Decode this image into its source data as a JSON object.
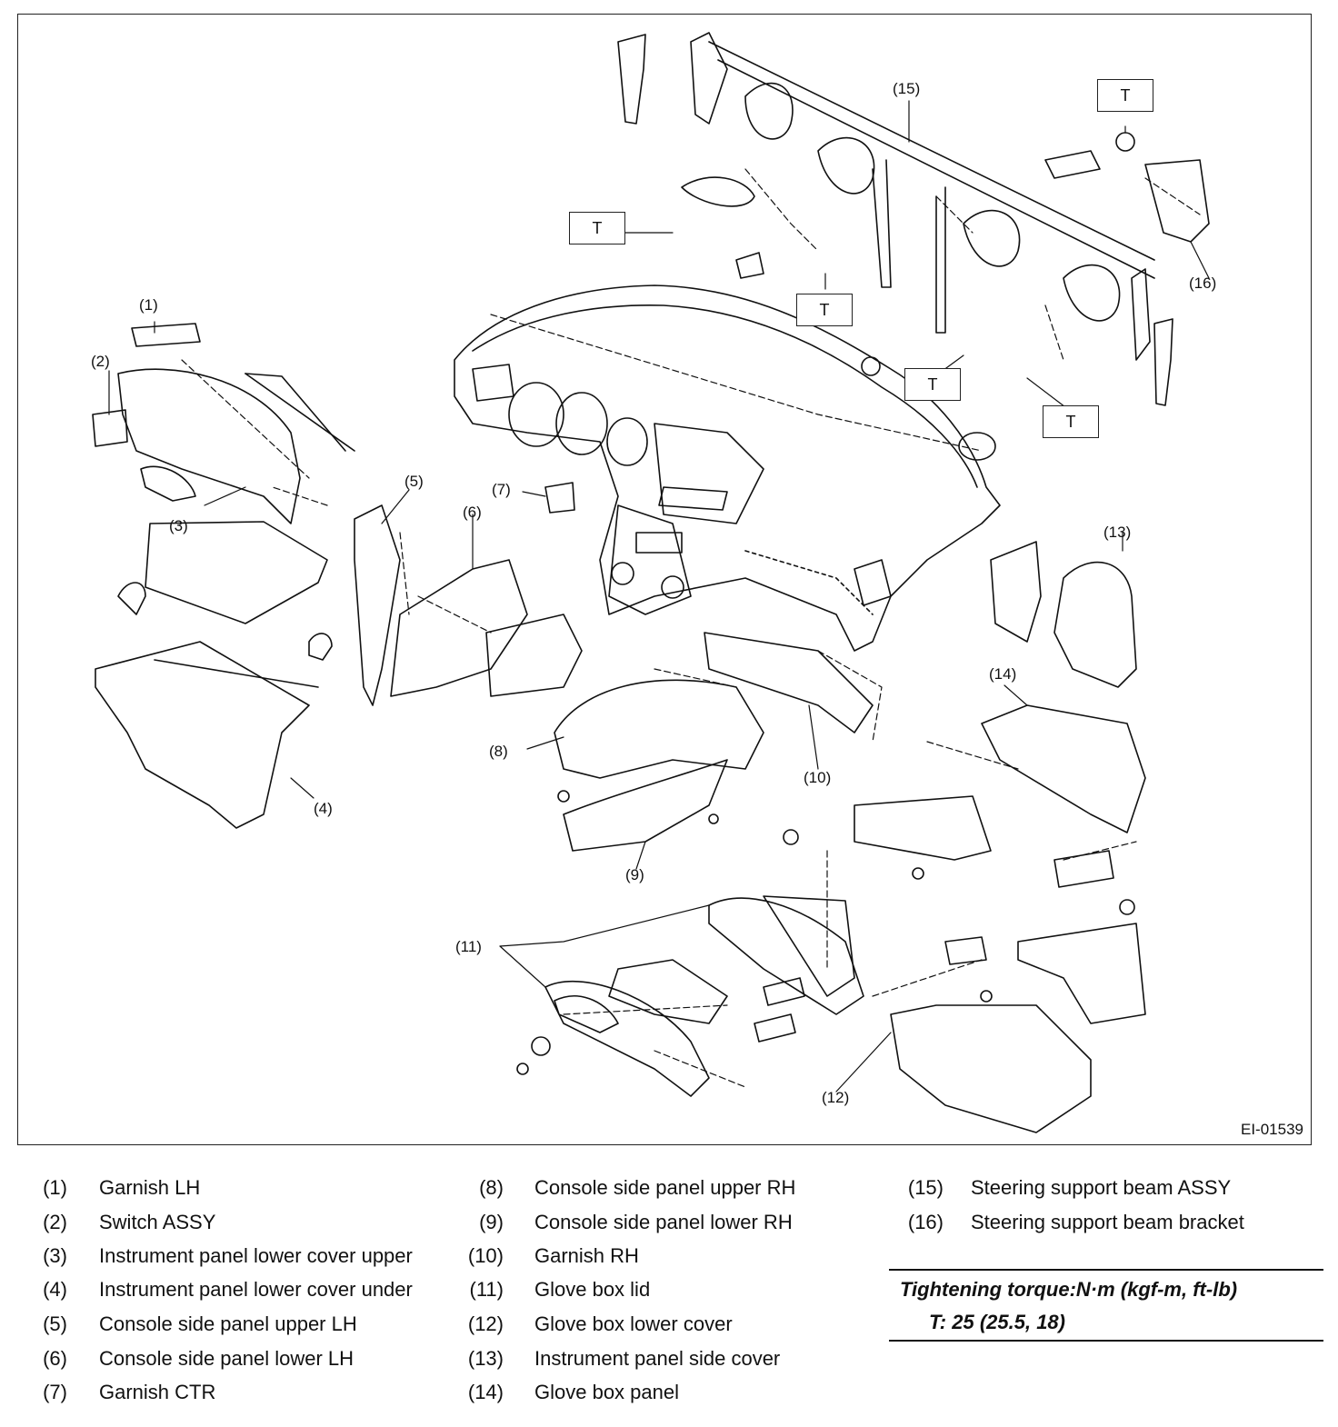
{
  "diagram": {
    "callouts": [
      "(1)",
      "(2)",
      "(3)",
      "(4)",
      "(5)",
      "(6)",
      "(7)",
      "(8)",
      "(9)",
      "(10)",
      "(11)",
      "(12)",
      "(13)",
      "(14)",
      "(15)",
      "(16)"
    ],
    "torque_mark": "T",
    "figure_id": "EI-01539"
  },
  "legend": [
    {
      "num": "(1)",
      "text": "Garnish LH"
    },
    {
      "num": "(2)",
      "text": "Switch ASSY"
    },
    {
      "num": "(3)",
      "text": "Instrument panel lower cover upper"
    },
    {
      "num": "(4)",
      "text": "Instrument panel lower cover under"
    },
    {
      "num": "(5)",
      "text": "Console side panel upper LH"
    },
    {
      "num": "(6)",
      "text": "Console side panel lower LH"
    },
    {
      "num": "(7)",
      "text": "Garnish CTR"
    },
    {
      "num": "(8)",
      "text": "Console side panel upper RH"
    },
    {
      "num": "(9)",
      "text": "Console side panel lower RH"
    },
    {
      "num": "(10)",
      "text": "Garnish RH"
    },
    {
      "num": "(11)",
      "text": "Glove box lid"
    },
    {
      "num": "(12)",
      "text": "Glove box lower cover"
    },
    {
      "num": "(13)",
      "text": "Instrument panel side cover"
    },
    {
      "num": "(14)",
      "text": "Glove box panel"
    },
    {
      "num": "(15)",
      "text": "Steering support beam ASSY"
    },
    {
      "num": "(16)",
      "text": "Steering support beam bracket"
    }
  ],
  "torque": {
    "title": "Tightening torque:N·m (kgf-m, ft-lb)",
    "value": "T:   25 (25.5, 18)"
  }
}
